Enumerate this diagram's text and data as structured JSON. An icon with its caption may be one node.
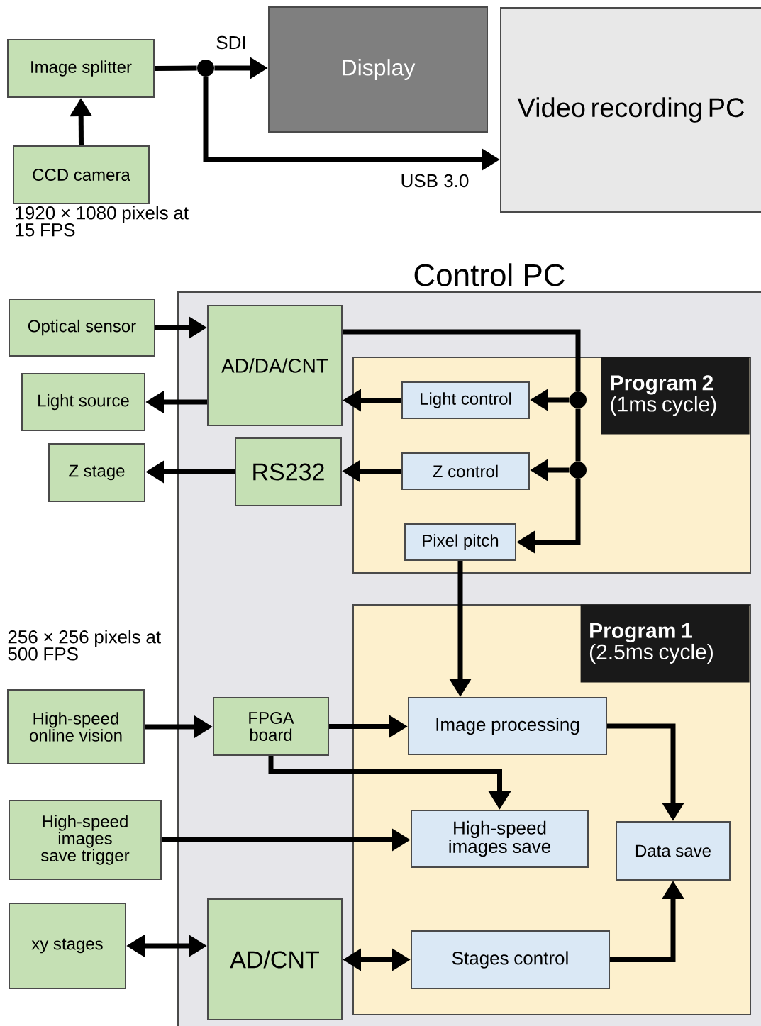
{
  "diagram": {
    "nodes": [
      {
        "text": [
          "Image splitter"
        ]
      },
      {
        "text": [
          "CCD camera"
        ],
        "beside": [
          "1920 × 1080 pixels at 15 FPS"
        ]
      },
      {
        "text": [
          "Display"
        ]
      },
      {
        "text": [
          "Video recording PC"
        ]
      },
      {
        "text": [],
        "shape": "circle"
      },
      {
        "text": [
          "Control PC"
        ]
      },
      {
        "text": [
          "Optical sensor"
        ]
      },
      {
        "text": [
          "Light source"
        ]
      },
      {
        "text": [
          "Z stage"
        ]
      },
      {
        "text": [
          "AD/DA/CNT"
        ],
        "in": 5
      },
      {
        "text": [
          "RS232"
        ],
        "in": 5
      },
      {
        "text": [
          "**Program 2** (1ms cycle)"
        ],
        "in": 5
      },
      {
        "text": [
          "Light control"
        ],
        "in": 11
      },
      {
        "text": [
          "Z control"
        ],
        "in": 11
      },
      {
        "text": [
          "Pixel pitch"
        ],
        "in": 11
      },
      {
        "text": [],
        "shape": "circle",
        "in": 11
      },
      {
        "text": [],
        "shape": "circle",
        "in": 11
      },
      {
        "text": [
          "**Program 1** (2.5ms cycle)"
        ],
        "in": 5
      },
      {
        "text": [
          "High-speed online vision"
        ],
        "beside": [
          "256 × 256 pixels at 500 FPS"
        ]
      },
      {
        "text": [
          "FPGA board"
        ],
        "in": 5
      },
      {
        "text": [
          "Image processing"
        ],
        "in": 17
      },
      {
        "text": [
          "High-speed images save trigger"
        ]
      },
      {
        "text": [
          "High-speed images save"
        ],
        "in": 17
      },
      {
        "text": [
          "Data save"
        ],
        "in": 17
      },
      {
        "text": [
          "xy stages"
        ]
      },
      {
        "text": [
          "AD/CNT"
        ],
        "in": 5
      },
      {
        "text": [
          "Stages control"
        ],
        "in": 17
      }
    ],
    "edges": [
      {
        "from": 1,
        "to": 0,
        "arrow": "to"
      },
      {
        "from": 0,
        "to": 4,
        "arrow": "none"
      },
      {
        "from": 4,
        "to": 2,
        "arrow": "to",
        "label": "SDI"
      },
      {
        "from": 4,
        "to": 3,
        "arrow": "to",
        "label": "USB 3.0"
      },
      {
        "from": 6,
        "to": 9,
        "arrow": "to"
      },
      {
        "from": 9,
        "to": 7,
        "arrow": "to"
      },
      {
        "from": 10,
        "to": 8,
        "arrow": "to"
      },
      {
        "from": 12,
        "to": 9,
        "arrow": "to"
      },
      {
        "from": 13,
        "to": 10,
        "arrow": "to"
      },
      {
        "from": 9,
        "to": 15,
        "arrow": "none"
      },
      {
        "from": 15,
        "to": 12,
        "arrow": "to"
      },
      {
        "from": 15,
        "to": 16,
        "arrow": "none"
      },
      {
        "from": 16,
        "to": 13,
        "arrow": "to"
      },
      {
        "from": 16,
        "to": 14,
        "arrow": "to"
      },
      {
        "from": 14,
        "to": 20,
        "arrow": "to"
      },
      {
        "from": 18,
        "to": 19,
        "arrow": "to"
      },
      {
        "from": 19,
        "to": 20,
        "arrow": "to"
      },
      {
        "from": 19,
        "to": 22,
        "arrow": "to"
      },
      {
        "from": 21,
        "to": 22,
        "arrow": "to"
      },
      {
        "from": 20,
        "to": 23,
        "arrow": "to"
      },
      {
        "from": 26,
        "to": 23,
        "arrow": "to"
      },
      {
        "from": 24,
        "to": 25,
        "arrow": "both"
      },
      {
        "from": 25,
        "to": 26,
        "arrow": "both"
      }
    ]
  }
}
